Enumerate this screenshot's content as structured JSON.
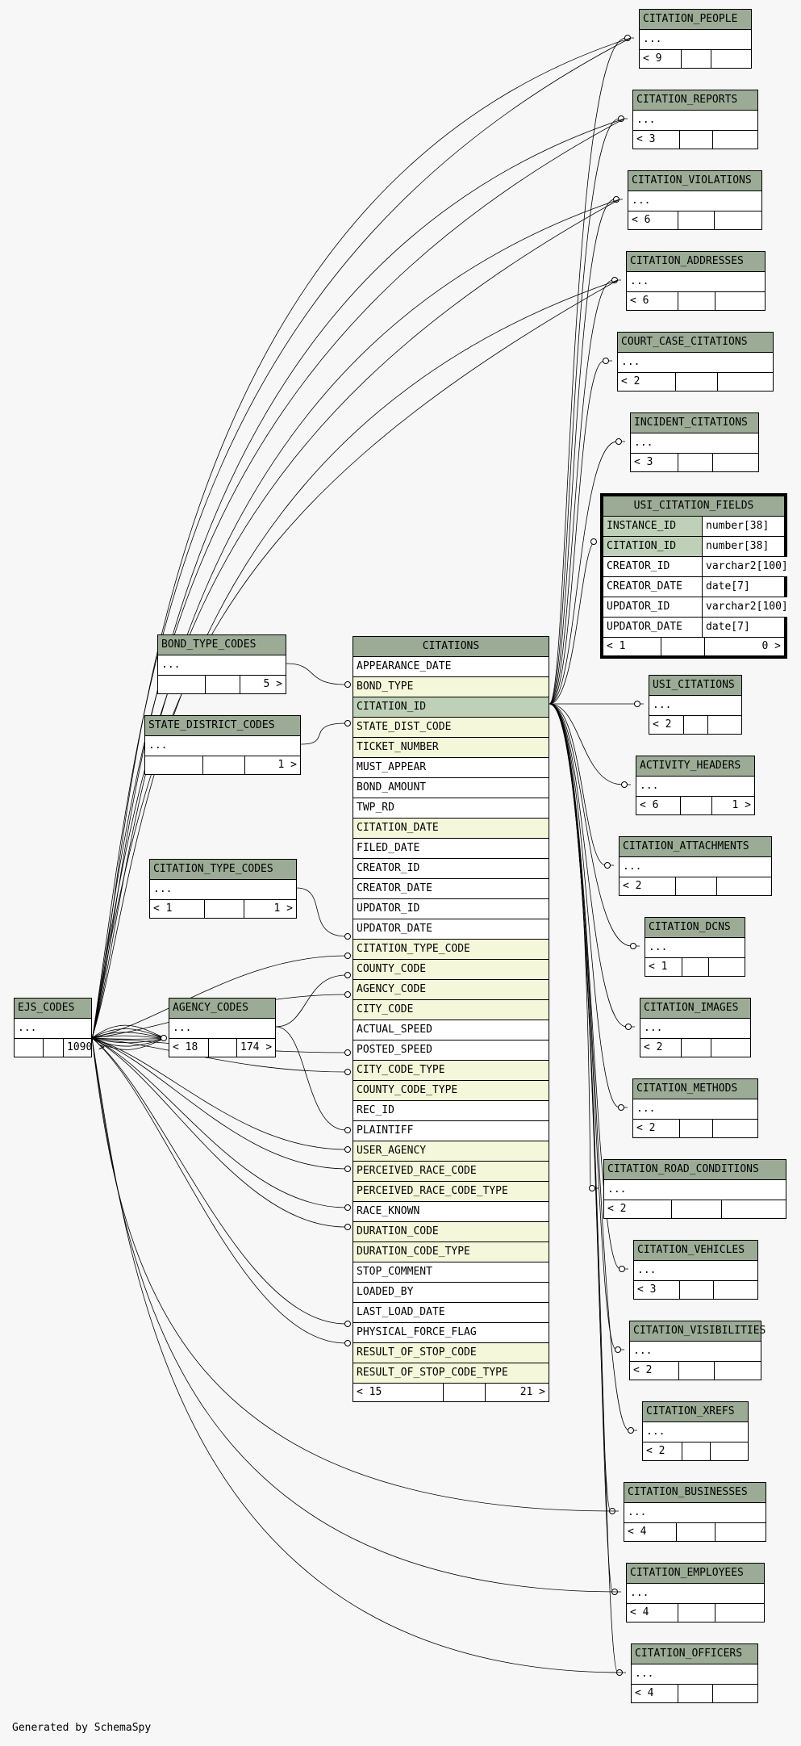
{
  "footer_text": "Generated by SchemaSpy",
  "colors": {
    "header": "#9bab96",
    "fk_row": "#f4f7da",
    "pk_row": "#bed1b8",
    "background": "#f7f7f7"
  },
  "main_table": {
    "name": "CITATIONS",
    "columns": [
      {
        "name": "APPEARANCE_DATE",
        "kind": "plain"
      },
      {
        "name": "BOND_TYPE",
        "kind": "fk"
      },
      {
        "name": "CITATION_ID",
        "kind": "pk"
      },
      {
        "name": "STATE_DIST_CODE",
        "kind": "fk"
      },
      {
        "name": "TICKET_NUMBER",
        "kind": "fk"
      },
      {
        "name": "MUST_APPEAR",
        "kind": "plain"
      },
      {
        "name": "BOND_AMOUNT",
        "kind": "plain"
      },
      {
        "name": "TWP_RD",
        "kind": "plain"
      },
      {
        "name": "CITATION_DATE",
        "kind": "fk"
      },
      {
        "name": "FILED_DATE",
        "kind": "plain"
      },
      {
        "name": "CREATOR_ID",
        "kind": "plain"
      },
      {
        "name": "CREATOR_DATE",
        "kind": "plain"
      },
      {
        "name": "UPDATOR_ID",
        "kind": "plain"
      },
      {
        "name": "UPDATOR_DATE",
        "kind": "plain"
      },
      {
        "name": "CITATION_TYPE_CODE",
        "kind": "fk"
      },
      {
        "name": "COUNTY_CODE",
        "kind": "fk"
      },
      {
        "name": "AGENCY_CODE",
        "kind": "fk"
      },
      {
        "name": "CITY_CODE",
        "kind": "fk"
      },
      {
        "name": "ACTUAL_SPEED",
        "kind": "plain"
      },
      {
        "name": "POSTED_SPEED",
        "kind": "plain"
      },
      {
        "name": "CITY_CODE_TYPE",
        "kind": "fk"
      },
      {
        "name": "COUNTY_CODE_TYPE",
        "kind": "fk"
      },
      {
        "name": "REC_ID",
        "kind": "plain"
      },
      {
        "name": "PLAINTIFF",
        "kind": "plain"
      },
      {
        "name": "USER_AGENCY",
        "kind": "fk"
      },
      {
        "name": "PERCEIVED_RACE_CODE",
        "kind": "fk"
      },
      {
        "name": "PERCEIVED_RACE_CODE_TYPE",
        "kind": "fk"
      },
      {
        "name": "RACE_KNOWN",
        "kind": "plain"
      },
      {
        "name": "DURATION_CODE",
        "kind": "fk"
      },
      {
        "name": "DURATION_CODE_TYPE",
        "kind": "fk"
      },
      {
        "name": "STOP_COMMENT",
        "kind": "plain"
      },
      {
        "name": "LOADED_BY",
        "kind": "plain"
      },
      {
        "name": "LAST_LOAD_DATE",
        "kind": "plain"
      },
      {
        "name": "PHYSICAL_FORCE_FLAG",
        "kind": "plain"
      },
      {
        "name": "RESULT_OF_STOP_CODE",
        "kind": "fk"
      },
      {
        "name": "RESULT_OF_STOP_CODE_TYPE",
        "kind": "fk"
      }
    ],
    "footer_left": "< 15",
    "footer_right": "21 >"
  },
  "usi_table": {
    "name": "USI_CITATION_FIELDS",
    "columns": [
      {
        "name": "INSTANCE_ID",
        "type": "number[38]",
        "kind": "pk"
      },
      {
        "name": "CITATION_ID",
        "type": "number[38]",
        "kind": "pk"
      },
      {
        "name": "CREATOR_ID",
        "type": "varchar2[100]",
        "kind": "plain"
      },
      {
        "name": "CREATOR_DATE",
        "type": "date[7]",
        "kind": "plain"
      },
      {
        "name": "UPDATOR_ID",
        "type": "varchar2[100]",
        "kind": "plain"
      },
      {
        "name": "UPDATOR_DATE",
        "type": "date[7]",
        "kind": "plain"
      }
    ],
    "footer_left": "< 1",
    "footer_right": "0 >"
  },
  "tables": [
    {
      "id": "citation-people",
      "name": "CITATION_PEOPLE",
      "dots": "...",
      "left": "< 9",
      "right": ""
    },
    {
      "id": "citation-reports",
      "name": "CITATION_REPORTS",
      "dots": "...",
      "left": "< 3",
      "right": ""
    },
    {
      "id": "citation-violations",
      "name": "CITATION_VIOLATIONS",
      "dots": "...",
      "left": "< 6",
      "right": ""
    },
    {
      "id": "citation-addresses",
      "name": "CITATION_ADDRESSES",
      "dots": "...",
      "left": "< 6",
      "right": ""
    },
    {
      "id": "court-case-citations",
      "name": "COURT_CASE_CITATIONS",
      "dots": "...",
      "left": "< 2",
      "right": ""
    },
    {
      "id": "incident-citations",
      "name": "INCIDENT_CITATIONS",
      "dots": "...",
      "left": "< 3",
      "right": ""
    },
    {
      "id": "usi-citations",
      "name": "USI_CITATIONS",
      "dots": "...",
      "left": "< 2",
      "right": ""
    },
    {
      "id": "activity-headers",
      "name": "ACTIVITY_HEADERS",
      "dots": "...",
      "left": "< 6",
      "right": "1 >"
    },
    {
      "id": "citation-attachments",
      "name": "CITATION_ATTACHMENTS",
      "dots": "...",
      "left": "< 2",
      "right": ""
    },
    {
      "id": "citation-dcns",
      "name": "CITATION_DCNS",
      "dots": "...",
      "left": "< 1",
      "right": ""
    },
    {
      "id": "citation-images",
      "name": "CITATION_IMAGES",
      "dots": "...",
      "left": "< 2",
      "right": ""
    },
    {
      "id": "citation-methods",
      "name": "CITATION_METHODS",
      "dots": "...",
      "left": "< 2",
      "right": ""
    },
    {
      "id": "citation-road-conditions",
      "name": "CITATION_ROAD_CONDITIONS",
      "dots": "...",
      "left": "< 2",
      "right": ""
    },
    {
      "id": "citation-vehicles",
      "name": "CITATION_VEHICLES",
      "dots": "...",
      "left": "< 3",
      "right": ""
    },
    {
      "id": "citation-visibilities",
      "name": "CITATION_VISIBILITIES",
      "dots": "...",
      "left": "< 2",
      "right": ""
    },
    {
      "id": "citation-xrefs",
      "name": "CITATION_XREFS",
      "dots": "...",
      "left": "< 2",
      "right": ""
    },
    {
      "id": "citation-businesses",
      "name": "CITATION_BUSINESSES",
      "dots": "...",
      "left": "< 4",
      "right": ""
    },
    {
      "id": "citation-employees",
      "name": "CITATION_EMPLOYEES",
      "dots": "...",
      "left": "< 4",
      "right": ""
    },
    {
      "id": "citation-officers",
      "name": "CITATION_OFFICERS",
      "dots": "...",
      "left": "< 4",
      "right": ""
    },
    {
      "id": "bond-type-codes",
      "name": "BOND_TYPE_CODES",
      "dots": "...",
      "left": "",
      "right": "5 >"
    },
    {
      "id": "state-district-codes",
      "name": "STATE_DISTRICT_CODES",
      "dots": "...",
      "left": "",
      "right": "1 >"
    },
    {
      "id": "citation-type-codes",
      "name": "CITATION_TYPE_CODES",
      "dots": "...",
      "left": "< 1",
      "right": "1 >"
    },
    {
      "id": "agency-codes",
      "name": "AGENCY_CODES",
      "dots": "...",
      "left": "< 18",
      "right": "174 >"
    },
    {
      "id": "ejs-codes",
      "name": "EJS_CODES",
      "dots": "...",
      "left": "",
      "right": "1090 >"
    }
  ]
}
